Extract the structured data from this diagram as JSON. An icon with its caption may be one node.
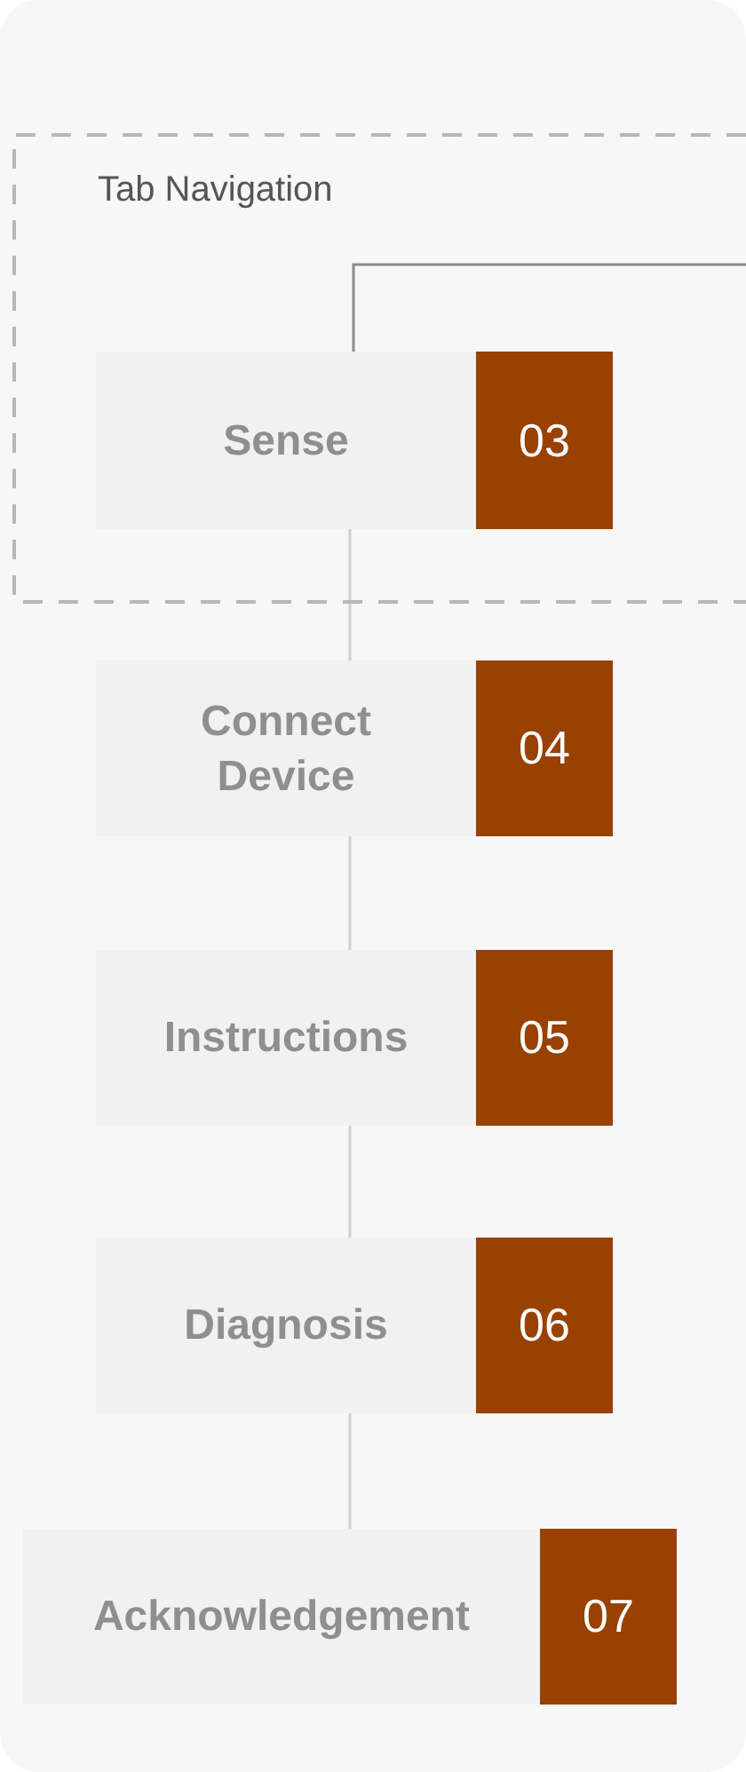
{
  "diagram": {
    "nodes": [
      {
        "text": [
          "Tab Navigation"
        ]
      },
      {
        "text": [
          "Sense",
          "03"
        ],
        "in": 0
      },
      {
        "text": [
          "Connect Device",
          "04"
        ]
      },
      {
        "text": [
          "Instructions",
          "05"
        ]
      },
      {
        "text": [
          "Diagnosis",
          "06"
        ]
      },
      {
        "text": [
          "Acknowledgement",
          "07"
        ]
      }
    ],
    "edges": [
      {
        "from": null,
        "to": 1,
        "arrow": "none",
        "color": "#8c8c8c"
      },
      {
        "from": 1,
        "to": 2,
        "arrow": "none"
      },
      {
        "from": 2,
        "to": 3,
        "arrow": "none"
      },
      {
        "from": 3,
        "to": 4,
        "arrow": "none"
      },
      {
        "from": 4,
        "to": 5,
        "arrow": "none"
      }
    ]
  }
}
